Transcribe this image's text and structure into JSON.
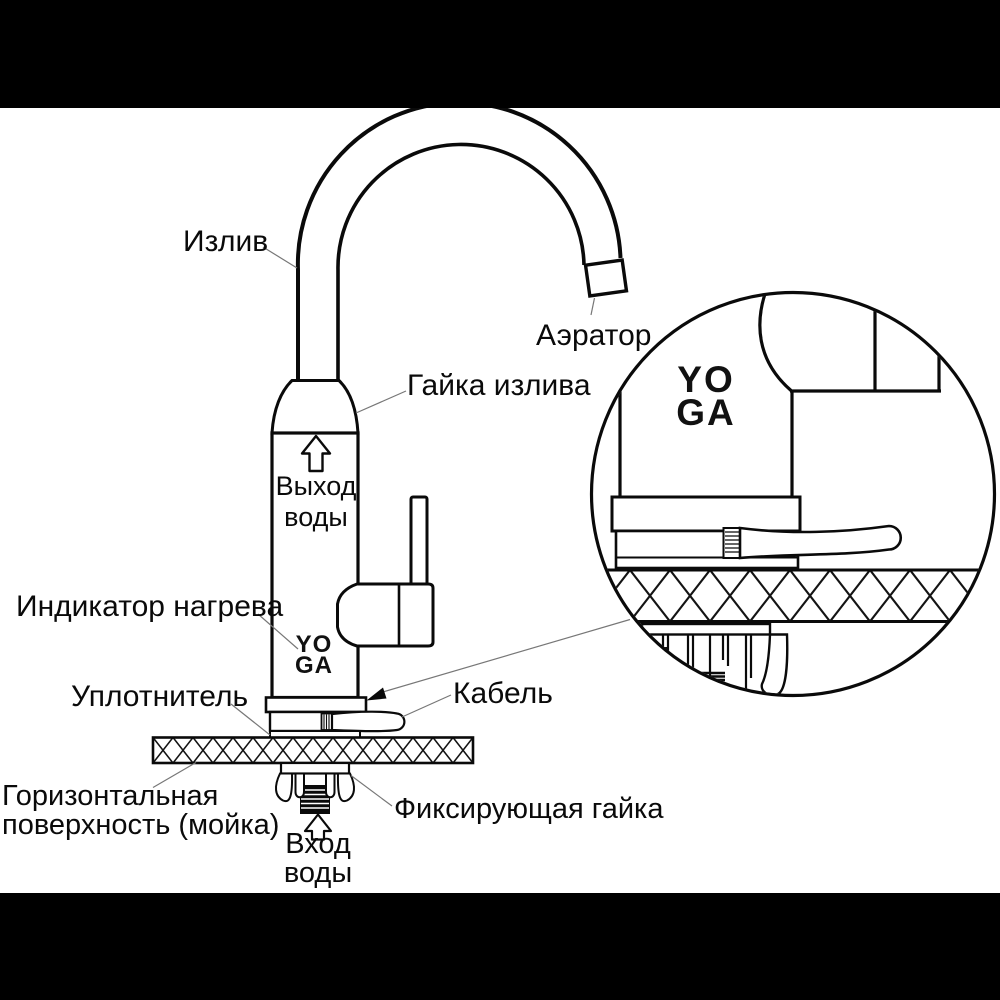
{
  "page": {
    "background_color": "#ffffff",
    "letterbox_color": "#000000",
    "line_color": "#0a0a0a",
    "leader_color": "#777777"
  },
  "brand": {
    "logo_line1": "YO",
    "logo_line2": "GA"
  },
  "labels": {
    "izliv": "Излив",
    "aerator": "Аэратор",
    "gayka_izliva": "Гайка излива",
    "vykhod_vody_line1": "Выход",
    "vykhod_vody_line2": "воды",
    "indikator_nagreva": "Индикатор нагрева",
    "uplotnitel": "Уплотнитель",
    "kabel": "Кабель",
    "gorizontalnaya_line1": "Горизонтальная",
    "gorizontalnaya_line2": "поверхность (мойка)",
    "fiksiruyushchaya_gayka": "Фиксирующая гайка",
    "vkhod_vody_line1": "Вход",
    "vkhod_vody_line2": "воды"
  },
  "detail_view": {
    "logo_line1": "YO",
    "logo_line2": "GA"
  }
}
